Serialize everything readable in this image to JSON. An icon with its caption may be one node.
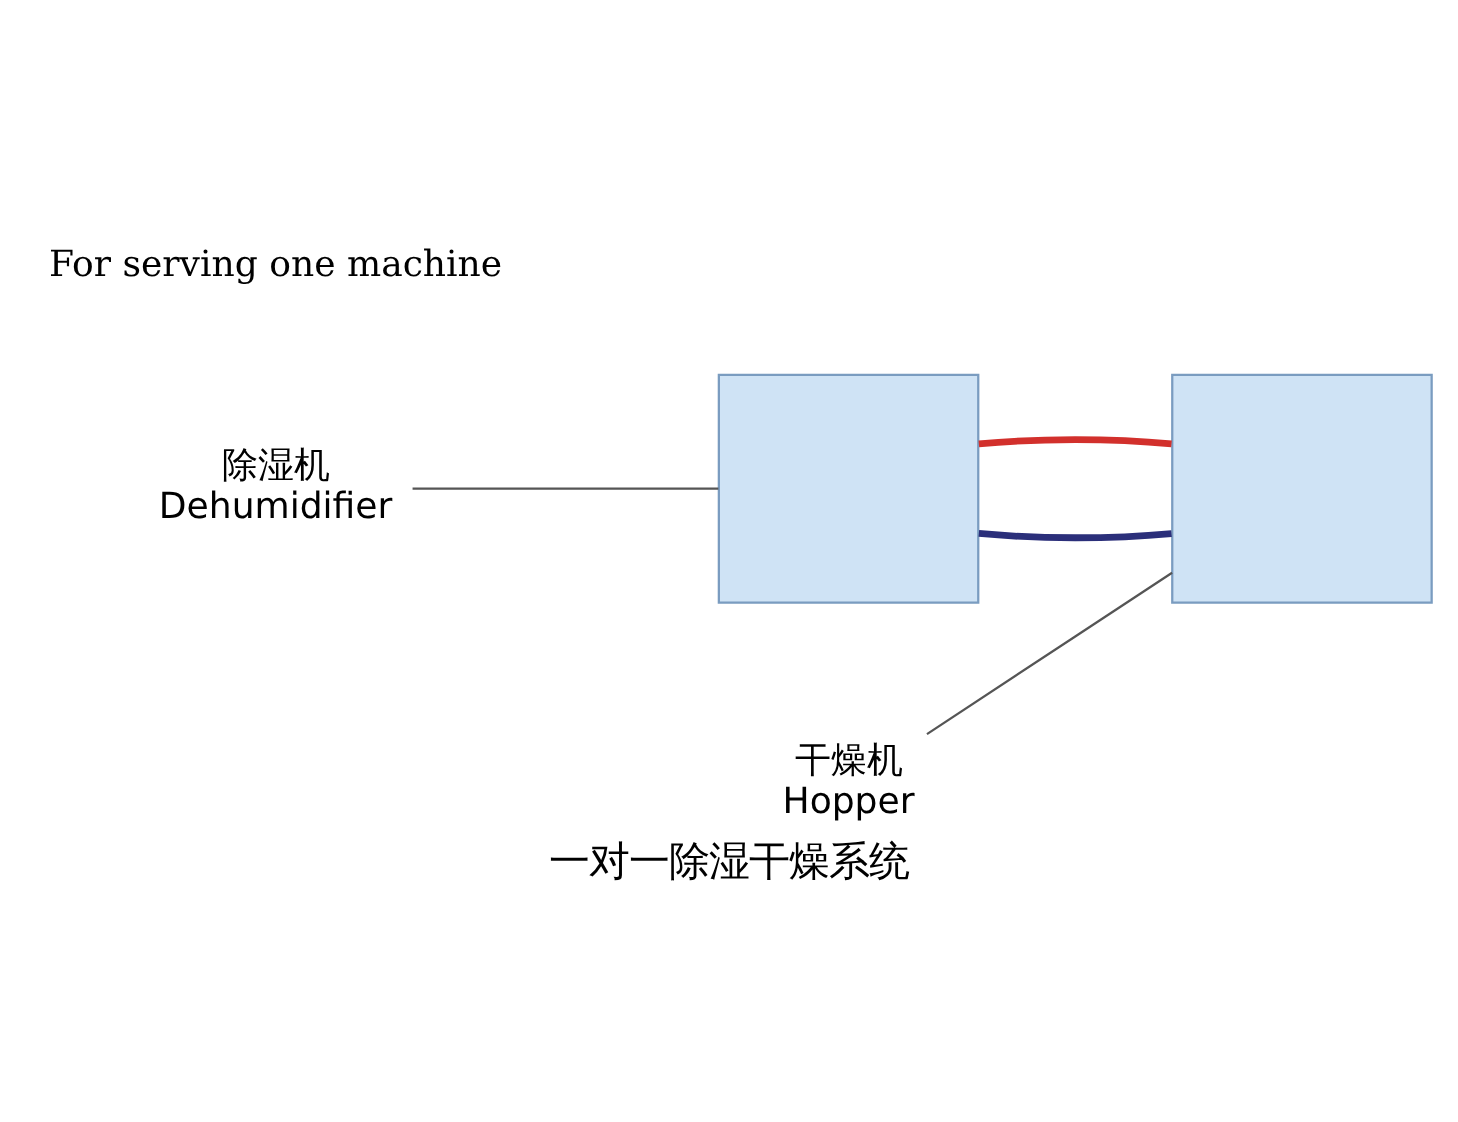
{
  "diagram": {
    "caption": "一对一除湿干燥系统",
    "nodes": [
      {
        "text": [
          "除湿机",
          "Dehumidifier"
        ]
      },
      {
        "text": [],
        "shape": "box"
      },
      {
        "text": [
          "干燥机",
          "Hopper"
        ]
      },
      {
        "text": [],
        "shape": "box"
      }
    ],
    "edges": [
      {
        "from": 0,
        "to": 1,
        "arrow": "none"
      },
      {
        "from": 2,
        "to": 3,
        "arrow": "none"
      },
      {
        "from": 1,
        "to": 3,
        "arrow": "none",
        "style": "thick",
        "color": "#2b2f7a"
      },
      {
        "from": 1,
        "to": 3,
        "arrow": "none",
        "style": "thick",
        "color": "#d2302c"
      }
    ],
    "labels": [
      "For serving one machine"
    ]
  }
}
